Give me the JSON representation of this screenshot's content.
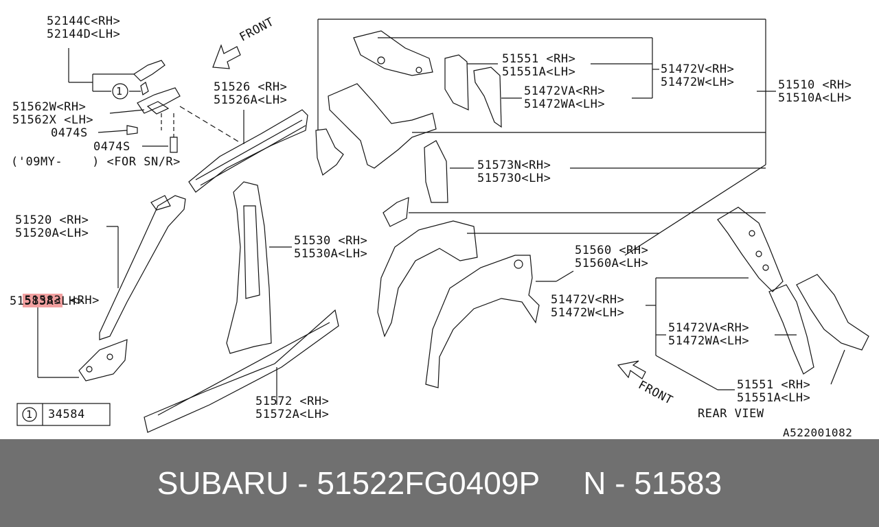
{
  "diagram": {
    "labels": {
      "p52144": [
        "52144C<RH>",
        "52144D<LH>"
      ],
      "p51562": [
        "51562W<RH>",
        "51562X <LH>"
      ],
      "p0474a": "0474S",
      "p0474b": "0474S",
      "note": "('09MY-    ) <FOR SN/R>",
      "p51526": [
        "51526 <RH>",
        "51526A<LH>"
      ],
      "p51520": [
        "51520 <RH>",
        "51520A<LH>"
      ],
      "p51583_code": "51583",
      "p51583_rh": " <RH>",
      "p51583_lh": "51583A<LH>",
      "p51530": [
        "51530 <RH>",
        "51530A<LH>"
      ],
      "p51572": [
        "51572 <RH>",
        "51572A<LH>"
      ],
      "p51551_top": [
        "51551 <RH>",
        "51551A<LH>"
      ],
      "p51472va_top": [
        "51472VA<RH>",
        "51472WA<LH>"
      ],
      "p51472v_top": [
        "51472V<RH>",
        "51472W<LH>"
      ],
      "p51510": [
        "51510 <RH>",
        "51510A<LH>"
      ],
      "p51573": [
        "51573N<RH>",
        "51573O<LH>"
      ],
      "p51560": [
        "51560 <RH>",
        "51560A<LH>"
      ],
      "p51472v_mid": [
        "51472V<RH>",
        "51472W<LH>"
      ],
      "p51472va_bot": [
        "51472VA<RH>",
        "51472WA<LH>"
      ],
      "p51551_bot": [
        "51551 <RH>",
        "51551A<LH>"
      ],
      "front_top": "FRONT",
      "front_bottom": "FRONT",
      "rear_view": "REAR VIEW",
      "legend_num": "1",
      "legend_part": "34584",
      "callout_num": "1",
      "code": "A522001082"
    },
    "highlight_color": "#f2a0a0"
  },
  "footer": {
    "text": "SUBARU - 51522FG0409P     N - 51583",
    "background": "#707070"
  }
}
